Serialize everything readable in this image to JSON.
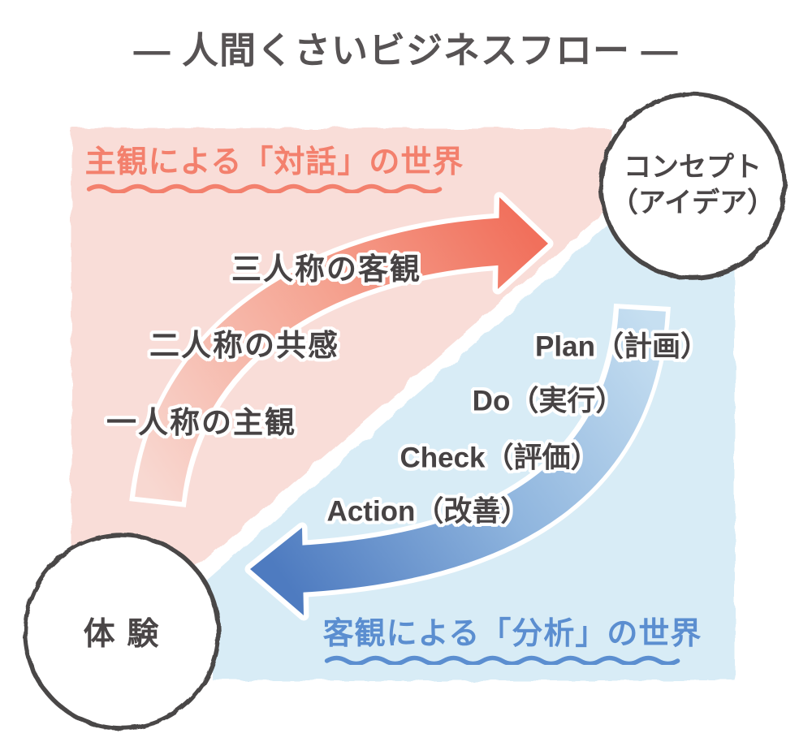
{
  "title": "— 人間くさいビジネスフロー —",
  "zones": {
    "dialogue": {
      "label": "主観による「対話」の世界",
      "items": [
        "三人称の客観",
        "二人称の共感",
        "一人称の主観"
      ],
      "bg_color": "#f9ddd8",
      "accent_color": "#f3806d",
      "arrow_gradient_start": "#f8d8d1",
      "arrow_gradient_end": "#f1705c"
    },
    "analysis": {
      "label": "客観による「分析」の世界",
      "items": [
        "Plan（計画）",
        "Do（実行）",
        "Check（評価）",
        "Action（改善）"
      ],
      "bg_color": "#d8ecf6",
      "accent_color": "#5b8ed0",
      "arrow_gradient_start": "#c6dff1",
      "arrow_gradient_end": "#4e7bc0"
    },
    "text_color": "#474344"
  },
  "nodes": {
    "concept": {
      "line1": "コンセプト",
      "line2": "（アイデア）"
    },
    "experience": {
      "label": "体 験"
    }
  }
}
